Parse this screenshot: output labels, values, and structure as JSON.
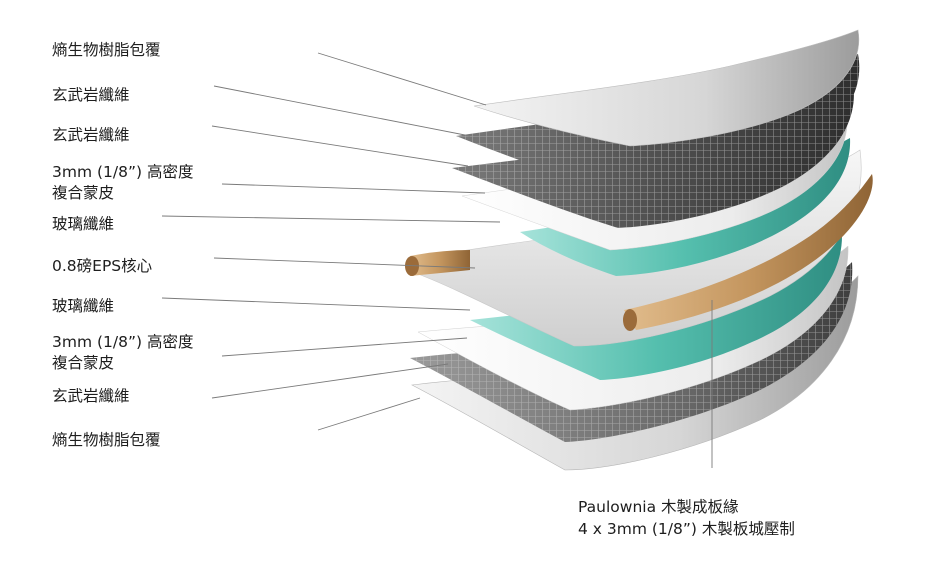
{
  "layers": [
    {
      "label": "熵生物樹脂包覆"
    },
    {
      "label": "玄武岩纖維"
    },
    {
      "label": "玄武岩纖維"
    },
    {
      "label": "3mm (1/8”) 高密度",
      "label2": "複合蒙皮"
    },
    {
      "label": "玻璃纖維"
    },
    {
      "label": "0.8磅EPS核心"
    },
    {
      "label": "玻璃纖維"
    },
    {
      "label": "3mm (1/8”) 高密度",
      "label2": "複合蒙皮"
    },
    {
      "label": "玄武岩纖維"
    },
    {
      "label": "熵生物樹脂包覆"
    }
  ],
  "rail": {
    "line1": "Paulownia 木製成板緣",
    "line2": "4 x 3mm (1/8”) 木製板城壓制"
  },
  "colors": {
    "resin": "#d9d9d9",
    "basalt": "#4a4a4a",
    "composite": "#f0f0f0",
    "glass_teal": "#5fc2b4",
    "eps_core": "#e6e6e6",
    "paulownia": "#c79b6a"
  }
}
